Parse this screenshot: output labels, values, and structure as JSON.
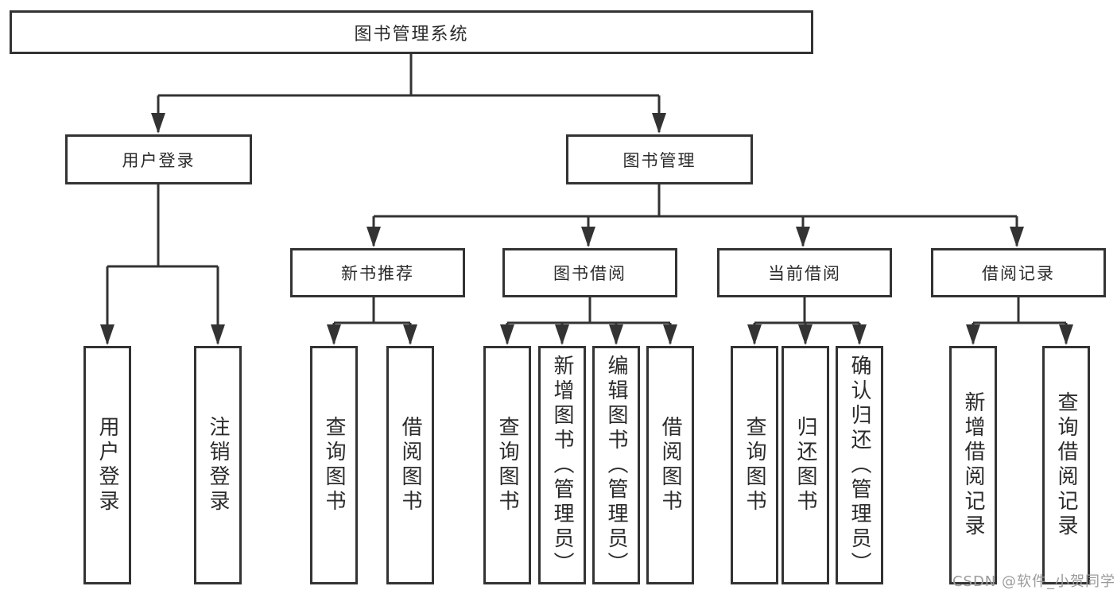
{
  "diagram": {
    "root": "图书管理系统",
    "level2": [
      "用户登录",
      "图书管理"
    ],
    "level3": [
      "新书推荐",
      "图书借阅",
      "当前借阅",
      "借阅记录"
    ],
    "leaves": [
      "用户登录",
      "注销登录",
      "查询图书",
      "借阅图书",
      "查询图书",
      "新增图书（管理员）",
      "编辑图书（管理员）",
      "借阅图书",
      "查询图书",
      "归还图书",
      "确认归还（管理员）",
      "新增借阅记录",
      "查询借阅记录"
    ]
  },
  "watermark": "CSDN @软件_小贺同学",
  "colors": {
    "line": "#333333",
    "border": "#333333",
    "text": "#2b2b2b",
    "background": "#ffffff",
    "watermark": "#9b9b9b"
  }
}
